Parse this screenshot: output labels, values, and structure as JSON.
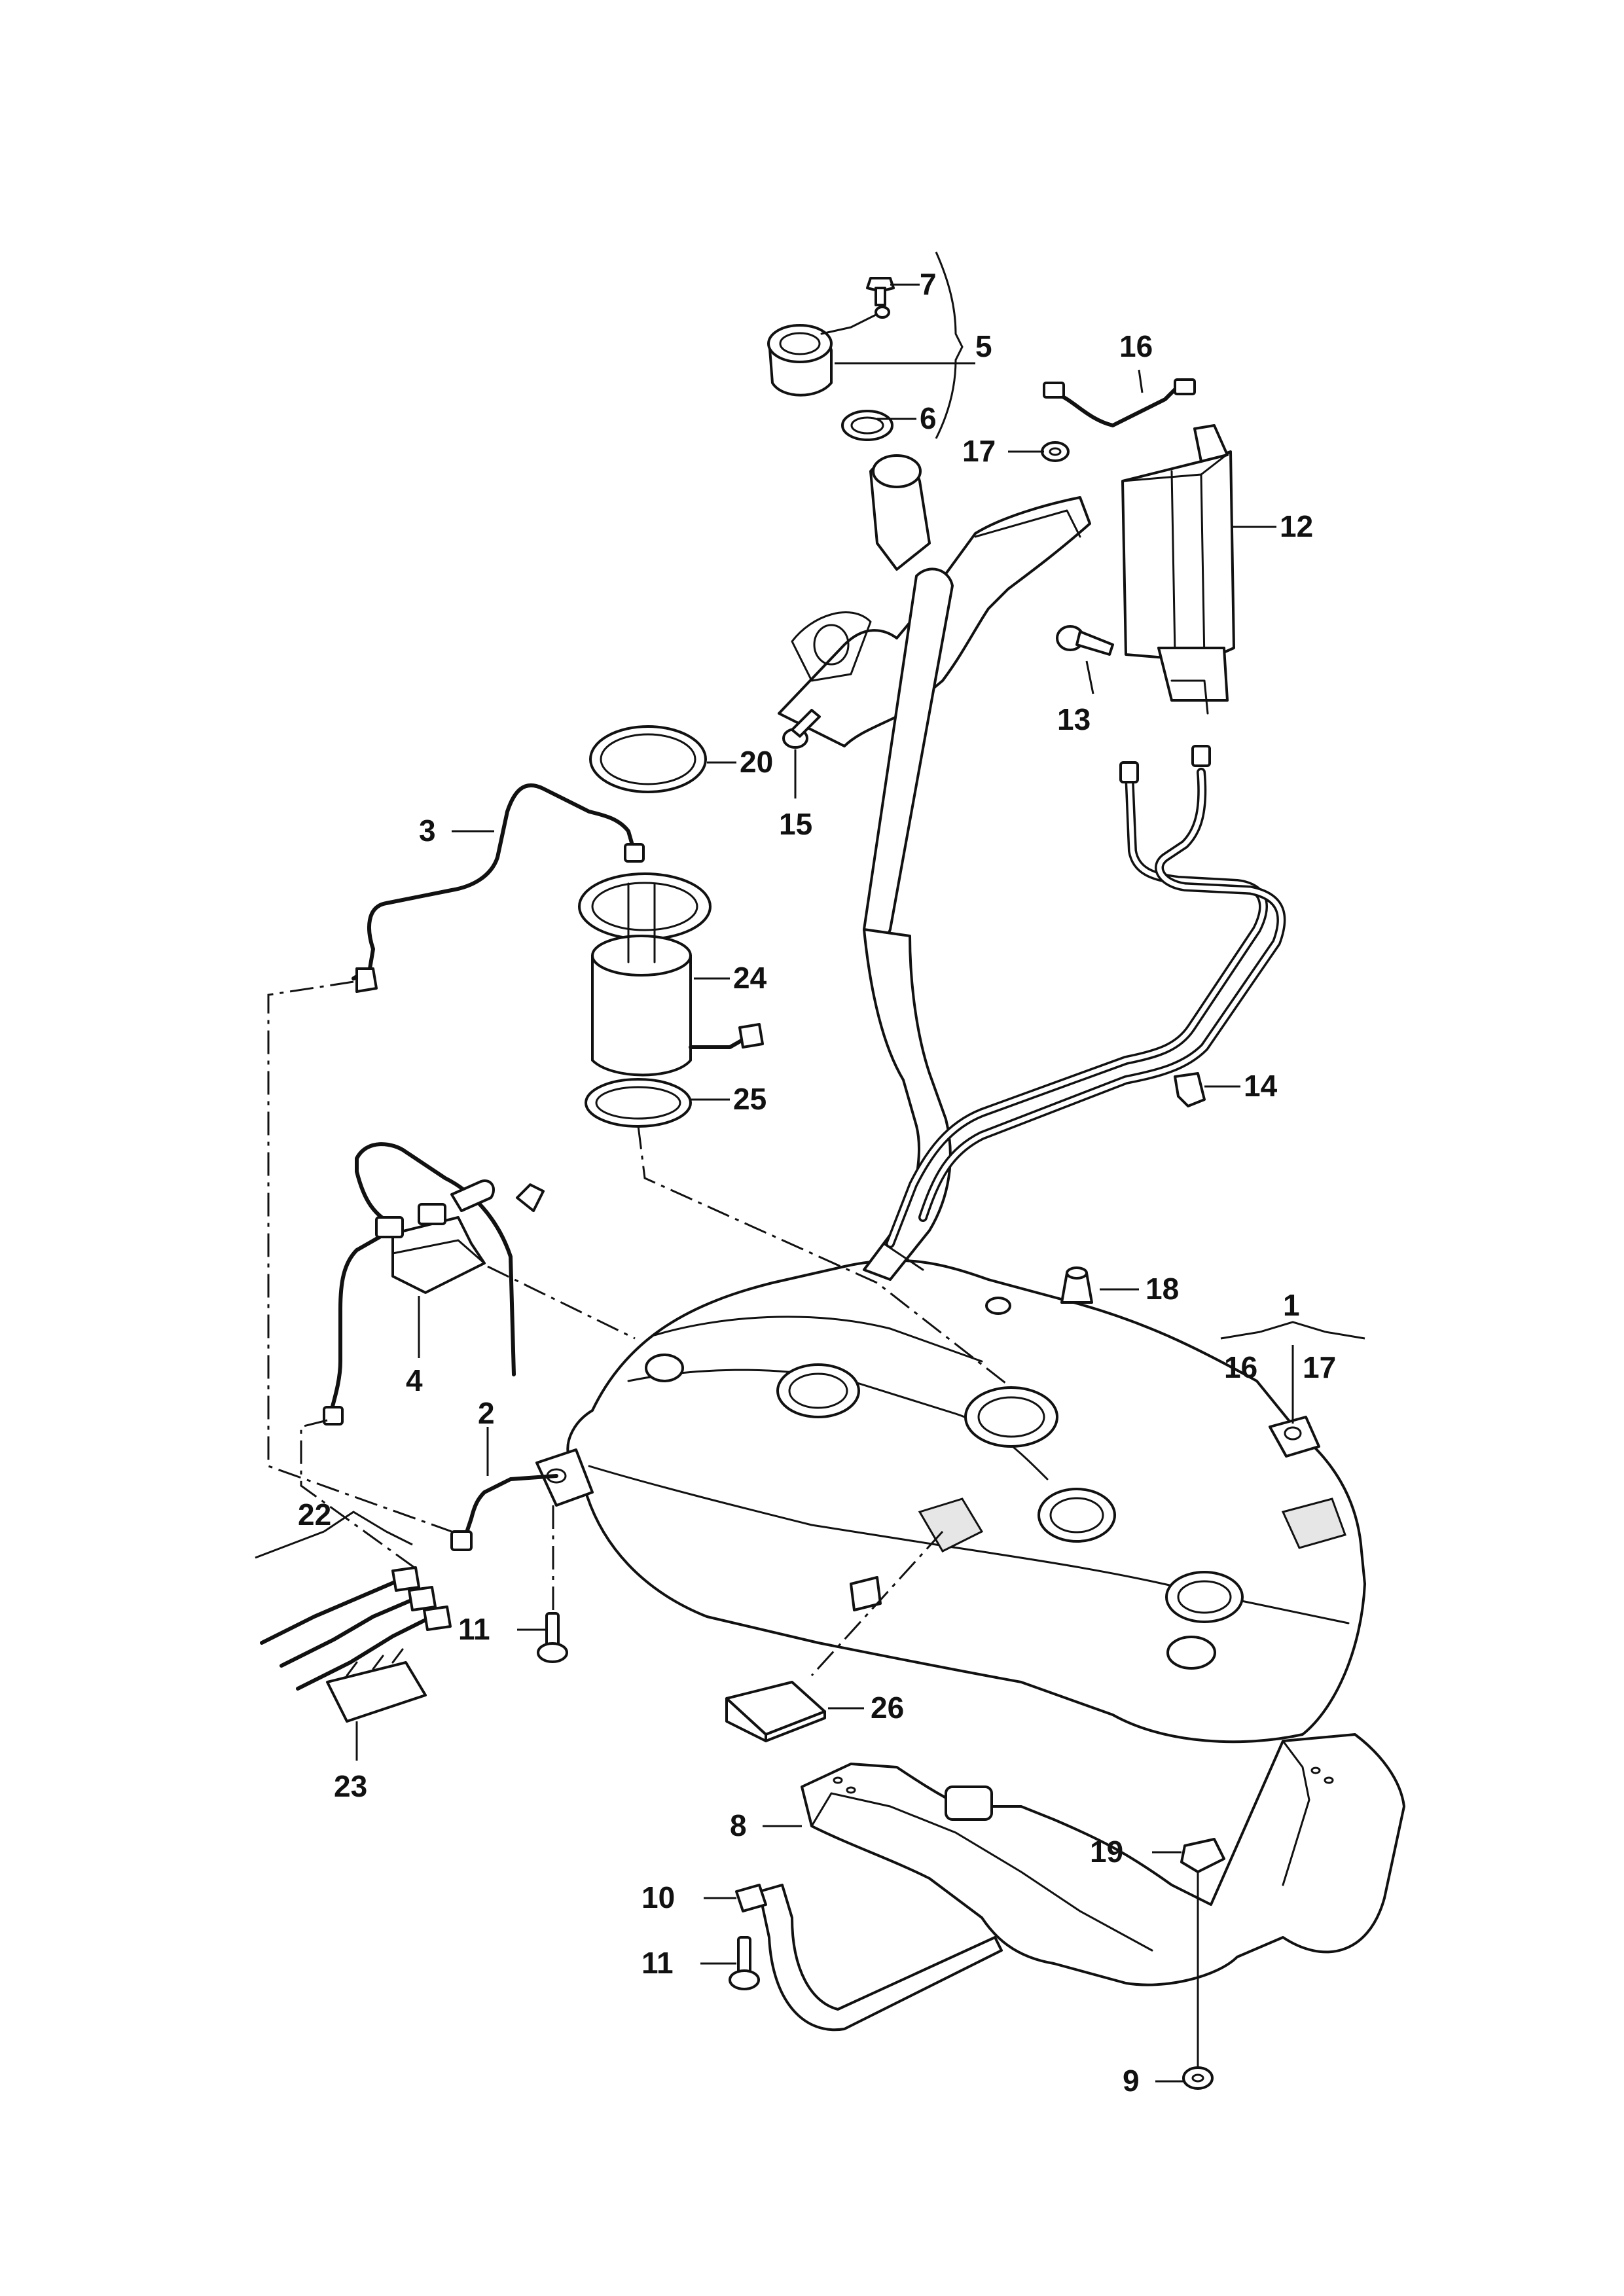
{
  "parts": {
    "p1": {
      "label": "1"
    },
    "p2": {
      "label": "2"
    },
    "p3": {
      "label": "3"
    },
    "p4": {
      "label": "4"
    },
    "p5": {
      "label": "5"
    },
    "p6": {
      "label": "6"
    },
    "p7": {
      "label": "7"
    },
    "p8": {
      "label": "8"
    },
    "p9": {
      "label": "9"
    },
    "p10": {
      "label": "10"
    },
    "p11a": {
      "label": "11"
    },
    "p11b": {
      "label": "11"
    },
    "p12": {
      "label": "12"
    },
    "p13": {
      "label": "13"
    },
    "p14": {
      "label": "14"
    },
    "p15": {
      "label": "15"
    },
    "p16a": {
      "label": "16"
    },
    "p16b": {
      "label": "16"
    },
    "p17a": {
      "label": "17"
    },
    "p17b": {
      "label": "17"
    },
    "p18": {
      "label": "18"
    },
    "p19": {
      "label": "19"
    },
    "p20": {
      "label": "20"
    },
    "p22": {
      "label": "22"
    },
    "p23": {
      "label": "23"
    },
    "p24": {
      "label": "24"
    },
    "p25": {
      "label": "25"
    },
    "p26": {
      "label": "26"
    }
  },
  "colors": {
    "line": "#111111",
    "paper": "#ffffff",
    "shade": "#e6e6e6"
  }
}
